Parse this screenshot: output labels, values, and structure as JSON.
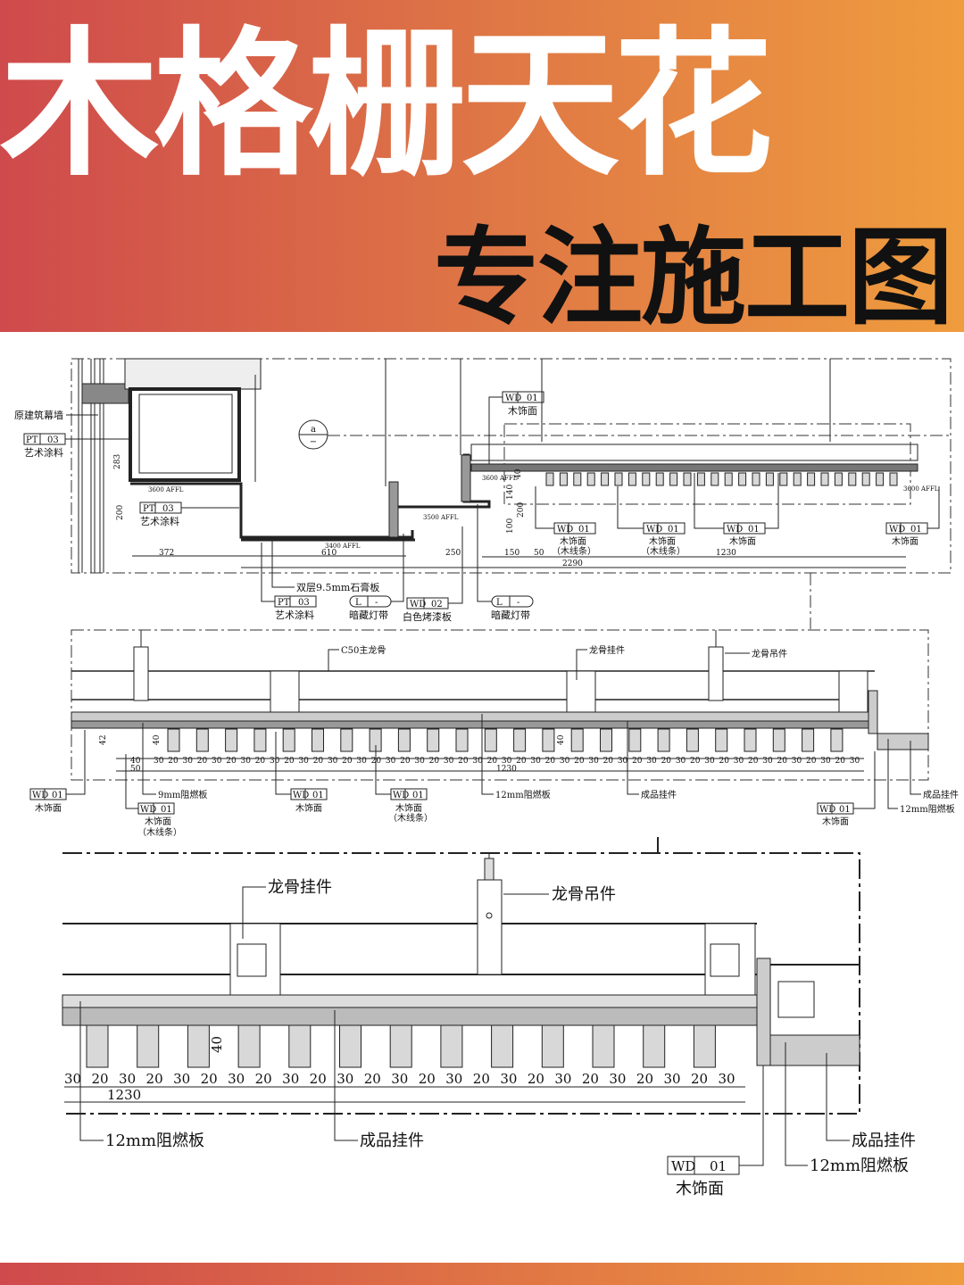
{
  "banner": {
    "title": "木格栅天花",
    "subtitle": "专注施工图"
  },
  "colors": {
    "banner_left": "#cf4a4c",
    "banner_right": "#ef9c3e",
    "line": "#222222"
  },
  "detail_top": {
    "labels": {
      "curtain_wall": "原建筑幕墙",
      "pt03_a": {
        "code": "PT",
        "num": "03",
        "desc": "艺术涂料"
      },
      "pt03_b": {
        "code": "PT",
        "num": "03",
        "desc": "艺术涂料"
      },
      "pt03_c": {
        "code": "PT",
        "num": "03",
        "desc": "艺术涂料"
      },
      "gypsum": "双层9.5mm石膏板",
      "light_a": {
        "code": "L",
        "num": "-",
        "desc": "暗藏灯带"
      },
      "light_b": {
        "code": "L",
        "num": "-",
        "desc": "暗藏灯带"
      },
      "wd02": {
        "code": "WD",
        "num": "02",
        "desc": "白色烤漆板"
      },
      "wd01_top": {
        "code": "WD",
        "num": "01",
        "desc": "木饰面"
      },
      "wd01_1": {
        "code": "WD",
        "num": "01",
        "desc": "木饰面",
        "desc2": "（木线条）"
      },
      "wd01_2": {
        "code": "WD",
        "num": "01",
        "desc": "木饰面",
        "desc2": "（木线条）"
      },
      "wd01_3": {
        "code": "WD",
        "num": "01",
        "desc": "木饰面"
      },
      "wd01_4": {
        "code": "WD",
        "num": "01",
        "desc": "木饰面"
      },
      "section_mark": "a",
      "section_sub": "−"
    },
    "levels": [
      "3600 AFFL",
      "3400 AFFL",
      "3500 AFFL",
      "3600 AFFL",
      "3600 AFFL"
    ],
    "dims": {
      "d283": "283",
      "d200a": "200",
      "d372": "372",
      "d610": "610",
      "d250": "250",
      "d140": "140",
      "d200b": "200",
      "d100": "100",
      "d40": "40",
      "d150": "150",
      "d50": "50",
      "d1230": "1230",
      "d2290": "2290"
    }
  },
  "detail_mid": {
    "labels": {
      "c50": "C50主龙骨",
      "keel_hanger": "龙骨挂件",
      "keel_suspender": "龙骨吊件",
      "wd01_a": {
        "code": "WD",
        "num": "01",
        "desc": "木饰面"
      },
      "board9": "9mm阻燃板",
      "wd01_b": {
        "code": "WD",
        "num": "01",
        "desc": "木饰面",
        "desc2": "（木线条）"
      },
      "wd01_c": {
        "code": "WD",
        "num": "01",
        "desc": "木饰面"
      },
      "wd01_d": {
        "code": "WD",
        "num": "01",
        "desc": "木饰面",
        "desc2": "（木线条）"
      },
      "board12": "12mm阻燃板",
      "product_hanger": "成品挂件",
      "wd01_e": {
        "code": "WD",
        "num": "01",
        "desc": "木饰面"
      },
      "product_hanger2": "成品挂件",
      "board12b": "12mm阻燃板"
    },
    "dims": {
      "d42": "42",
      "d40a": "40",
      "d40b": "40",
      "d40c": "40",
      "d50": "50",
      "d1230": "1230"
    },
    "spacing": [
      "30",
      "20",
      "30",
      "20",
      "30",
      "20",
      "30",
      "20",
      "30",
      "20",
      "30",
      "20",
      "30",
      "20",
      "30",
      "20",
      "30",
      "20",
      "30",
      "20",
      "30",
      "20",
      "30",
      "20",
      "30",
      "20",
      "30",
      "20",
      "30",
      "20",
      "30",
      "20",
      "30",
      "20",
      "30",
      "20",
      "30",
      "20",
      "30",
      "20",
      "30",
      "20",
      "30",
      "20",
      "30",
      "20",
      "30",
      "20",
      "30"
    ]
  },
  "detail_zoom": {
    "labels": {
      "keel_hanger": "龙骨挂件",
      "keel_suspender": "龙骨吊件",
      "board12": "12mm阻燃板",
      "product_hanger": "成品挂件",
      "product_hanger2": "成品挂件",
      "board12b": "12mm阻燃板",
      "wd01": {
        "code": "WD",
        "num": "01",
        "desc": "木饰面"
      }
    },
    "dims": {
      "d40": "40",
      "d1230": "1230"
    },
    "spacing": [
      "30",
      "20",
      "30",
      "20",
      "30",
      "20",
      "30",
      "20",
      "30",
      "20",
      "30",
      "20",
      "30",
      "20",
      "30",
      "20",
      "30",
      "20",
      "30",
      "20",
      "30",
      "20",
      "30",
      "20",
      "30"
    ]
  }
}
